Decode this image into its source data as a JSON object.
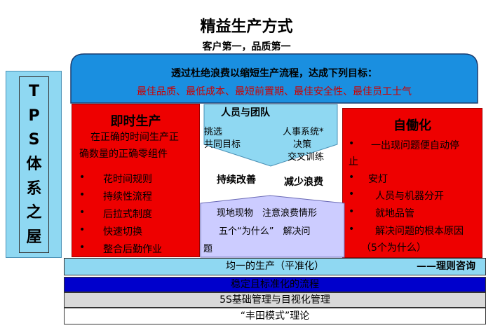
{
  "title": "精益生产方式",
  "subtitle": "客户第一，品质第一",
  "side_banner": {
    "chars": [
      "T",
      "P",
      "S",
      "体",
      "系",
      "之",
      "屋"
    ]
  },
  "roof": {
    "line1": "透过杜绝浪费以缩短生产流程，达成下列目标：",
    "line2": "最佳品质、最低成本、最短前置期、最佳安全性、最佳员工士气"
  },
  "left_pillar": {
    "title": "即时生产",
    "desc_line1": "在正确的时间生产正",
    "desc_line2": "确数量的正确零组件",
    "bullets": [
      "花时间规则",
      "持续性流程",
      "后拉式制度",
      "快速切换",
      "整合后勤作业"
    ]
  },
  "team_box": {
    "title": "人员与团队",
    "left_items": [
      "挑选",
      "共同目标"
    ],
    "right_items": [
      "人事系统*",
      "决策",
      "交叉训练"
    ]
  },
  "middle": {
    "left_label": "持续改善",
    "right_label": "减少浪费"
  },
  "base_box": {
    "line1": "现地现物　注意浪费情形",
    "line2": "五个“为什么”　解决问",
    "line3": "题"
  },
  "right_pillar": {
    "title": "自働化",
    "bullets": [
      {
        "bullet": "•",
        "text": "一出现问题便自动停",
        "indent": true
      },
      {
        "bullet": "",
        "text": "止",
        "indent": false
      },
      {
        "bullet": "•",
        "text": "安灯",
        "indent": true
      },
      {
        "bullet": "•",
        "text": "人员与机器分开",
        "indent": true
      },
      {
        "bullet": "•",
        "text": "就地品管",
        "indent": true
      },
      {
        "bullet": "•",
        "text": "解决问题的根本原因",
        "indent": true
      },
      {
        "bullet": "",
        "text": "（5个为什么）",
        "indent": true
      }
    ]
  },
  "bands": {
    "leveling": "均一的生产（平准化）",
    "leveling_note": "——理则咨询",
    "standard": "稳定且标准化的流程",
    "management": "5S基础管理与目视化管理",
    "theory": "“丰田模式”理论"
  },
  "colors": {
    "roof_blue": "#1a8fe0",
    "pillar_red": "#ee0000",
    "team_light_blue": "#8fd8f2",
    "base_lavender": "#ccccff",
    "band_blue": "#0000cc"
  }
}
